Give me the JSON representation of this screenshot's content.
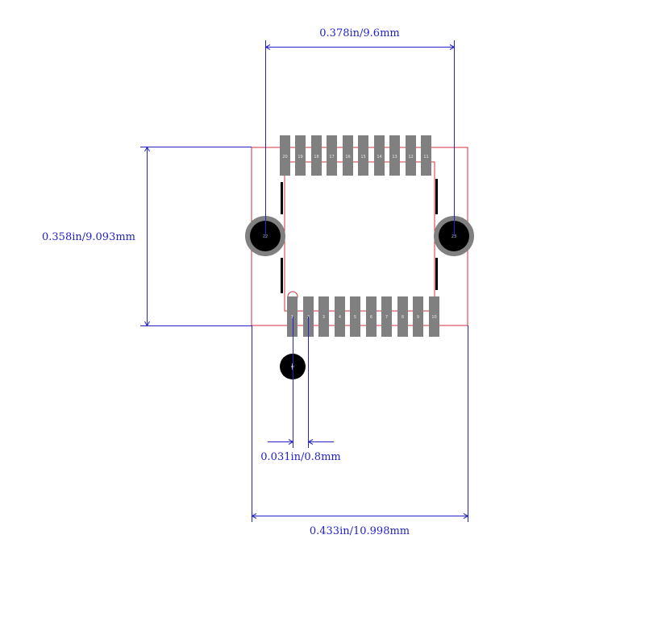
{
  "dimensions": {
    "top_width": "0.378in/9.6mm",
    "left_height": "0.358in/9.093mm",
    "pitch": "0.031in/0.8mm",
    "overall_width": "0.433in/10.998mm"
  },
  "pads": {
    "top_row": [
      "20",
      "19",
      "18",
      "17",
      "16",
      "15",
      "14",
      "13",
      "12",
      "11"
    ],
    "bottom_row": [
      "1",
      "2",
      "3",
      "4",
      "5",
      "6",
      "7",
      "8",
      "9",
      "10"
    ]
  },
  "mounting_holes": {
    "left": "22",
    "right": "23"
  },
  "colors": {
    "dimension": "#2323c8",
    "outline": "#d2323c",
    "pad": "#808080",
    "hole": "#000000"
  }
}
